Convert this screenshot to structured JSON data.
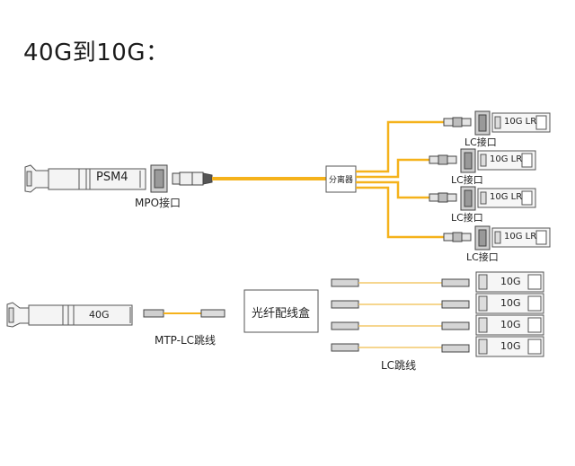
{
  "title": "40G到10G：",
  "colors": {
    "fiber_main": "#f5b21b",
    "fiber_thin": "#f3c96a",
    "module_stroke": "#555555",
    "module_fill": "#f4f4f4",
    "connector_fill": "#bfbfbf"
  },
  "top_section": {
    "source_module_label": "PSM4",
    "source_port_label": "MPO接口",
    "splitter_label": "分离器",
    "branches": [
      {
        "module_label": "10G LR",
        "port_label": "LC接口"
      },
      {
        "module_label": "10G LR",
        "port_label": "LC接口"
      },
      {
        "module_label": "10G LR",
        "port_label": "LC接口"
      },
      {
        "module_label": "10G LR",
        "port_label": "LC接口"
      }
    ]
  },
  "bottom_section": {
    "source_module_label": "40G",
    "cable_label": "MTP-LC跳线",
    "patch_panel_label": "光纤配线盒",
    "jumpers_label": "LC跳线",
    "targets": [
      {
        "module_label": "10G"
      },
      {
        "module_label": "10G"
      },
      {
        "module_label": "10G"
      },
      {
        "module_label": "10G"
      }
    ]
  }
}
